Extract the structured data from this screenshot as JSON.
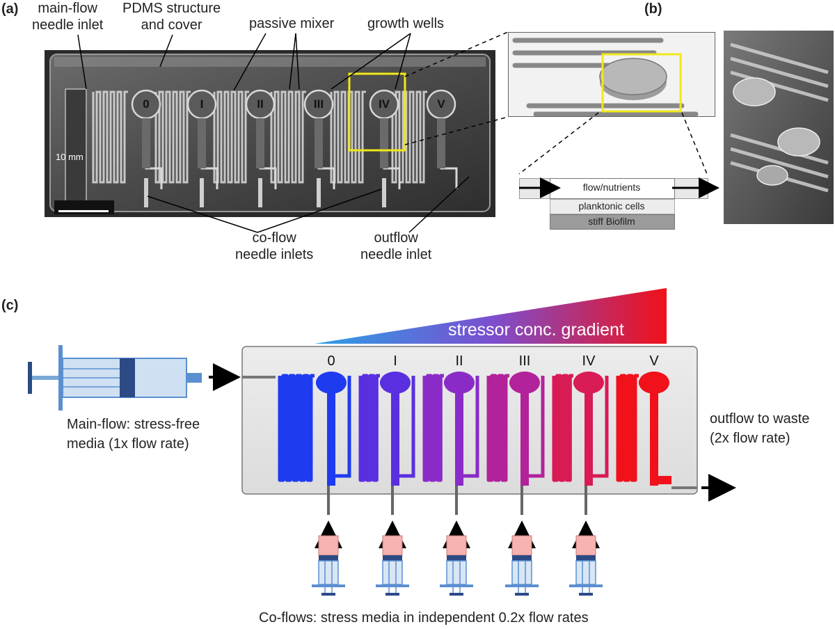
{
  "panel_labels": {
    "a": "(a)",
    "b": "(b)",
    "c": "(c)"
  },
  "panel_a": {
    "labels": {
      "main_flow_inlet": [
        "main-flow",
        "needle inlet"
      ],
      "pdms": [
        "PDMS structure",
        "and cover"
      ],
      "passive_mixer": "passive mixer",
      "growth_wells": "growth wells",
      "co_flow": [
        "co-flow",
        "needle inlets"
      ],
      "outflow": [
        "outflow",
        "needle inlet"
      ],
      "scale_bar": "10 mm"
    },
    "wells": [
      "0",
      "I",
      "II",
      "III",
      "IV",
      "V"
    ]
  },
  "panel_b": {
    "layers": [
      "flow/nutrients",
      "planktonic cells",
      "stiff Biofilm"
    ]
  },
  "panel_c": {
    "gradient_label": "stressor conc. gradient",
    "wells": [
      "0",
      "I",
      "II",
      "III",
      "IV",
      "V"
    ],
    "main_flow": [
      "Main-flow: stress-free",
      "media (1x flow rate)"
    ],
    "outflow": [
      "outflow to waste",
      "(2x flow rate)"
    ],
    "co_flows": "Co-flows: stress media in independent 0.2x flow rates",
    "colors": {
      "start": "#1f3bf0",
      "mid": "#8a2bc8",
      "end": "#f0111a"
    }
  }
}
